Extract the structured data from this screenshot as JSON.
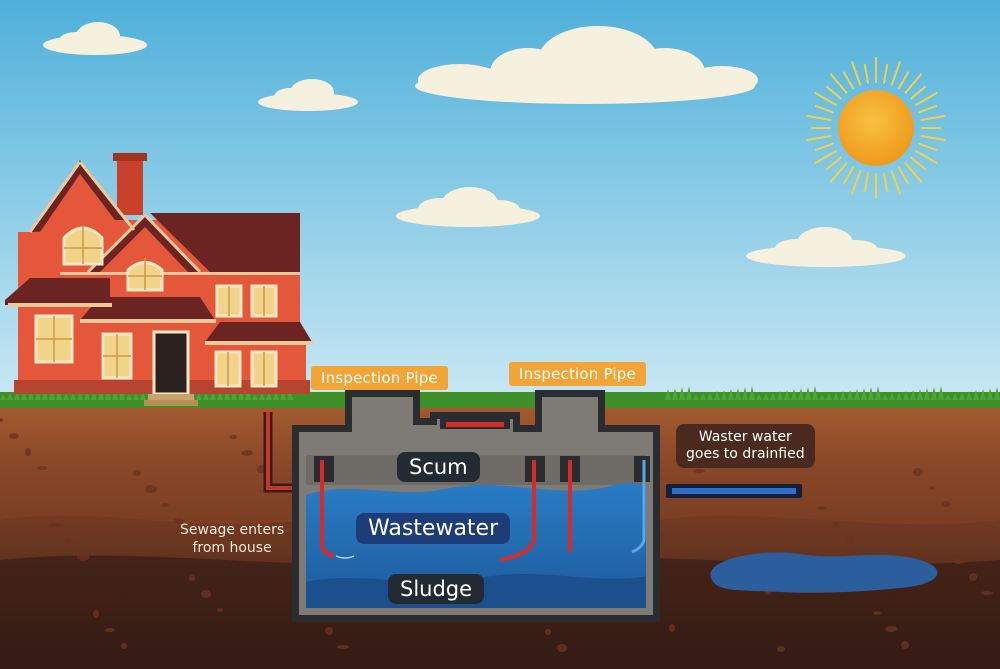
{
  "labels": {
    "inspection_pipe_left": "Inspection Pipe",
    "inspection_pipe_right": "Inspection Pipe",
    "scum": "Scum",
    "wastewater": "Wastewater",
    "sludge": "Sludge",
    "drainfield_note": [
      "Waster water",
      "goes to drainfied"
    ],
    "sewage_note": [
      "Sewage enters",
      "from house"
    ]
  },
  "colors": {
    "sky_top": "#4fb0da",
    "sky_bottom": "#c7e7f3",
    "grass": "#3f8f2b",
    "soil_top": "#a2582e",
    "soil_bottom": "#3a1f17",
    "house_wall": "#e4573b",
    "house_roof": "#6b2422",
    "tank_concrete": "#7e7b77",
    "water": "#2f7fc4",
    "sludge": "#1c4f8e",
    "sun": "#f3a425",
    "pipe_red": "#d42b2b",
    "inspection_label": "#f3a436"
  }
}
